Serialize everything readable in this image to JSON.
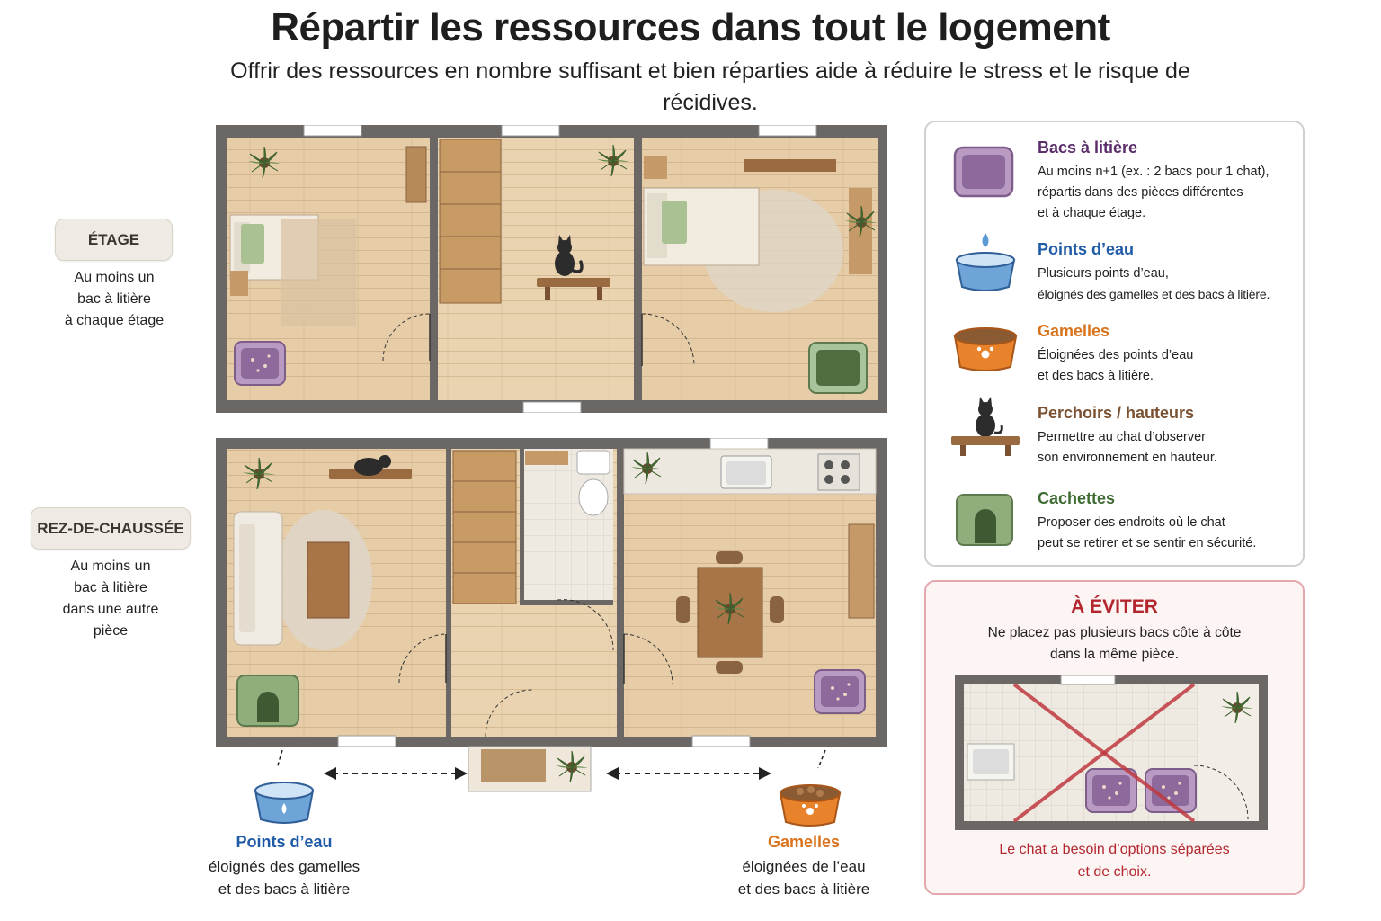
{
  "header": {
    "title": "Répartir les ressources dans tout le logement",
    "subtitle": "Offrir des ressources en nombre suffisant et bien réparties aide à réduire le stress et le risque de récidives."
  },
  "floors": {
    "upper": {
      "tag": "ÉTAGE",
      "note_lines": [
        "Au moins un",
        "bac à litière",
        "à chaque étage"
      ]
    },
    "ground": {
      "tag": "REZ-DE-CHAUSSÉE",
      "note_lines": [
        "Au moins un",
        "bac à litière",
        "dans une autre",
        "pièce"
      ]
    }
  },
  "legend": {
    "items": [
      {
        "key": "litter",
        "title": "Bacs à litière",
        "color": "#5b2d6b",
        "lines": [
          "Au moins n+1 (ex. : 2 bacs pour 1 chat),",
          "répartis dans des pièces différentes",
          "et à chaque étage."
        ]
      },
      {
        "key": "water",
        "title": "Points d’eau",
        "color": "#1f5aa6",
        "lines": [
          "Plusieurs points d’eau,",
          "éloignés des gamelles et des bacs à litière."
        ]
      },
      {
        "key": "food",
        "title": "Gamelles",
        "color": "#d9731c",
        "lines": [
          "Éloignées des points d’eau",
          "et des bacs à litière."
        ]
      },
      {
        "key": "perch",
        "title": "Perchoirs / hauteurs",
        "color": "#7a5233",
        "lines": [
          "Permettre au chat d’observer",
          "son environnement en hauteur."
        ]
      },
      {
        "key": "hide",
        "title": "Cachettes",
        "color": "#3f6b34",
        "lines": [
          "Proposer des endroits où le chat",
          "peut se retirer et se sentir en sécurité."
        ]
      }
    ]
  },
  "avoid": {
    "title": "À ÉVITER",
    "lines": [
      "Ne placez pas plusieurs bacs côte à côte",
      "dans la même pièce."
    ],
    "bottom_lines": [
      "Le chat a besoin d’options séparées",
      "et de choix."
    ]
  },
  "callouts": {
    "water": {
      "title": "Points d’eau",
      "lines": [
        "éloignés des gamelles",
        "et des bacs à litière"
      ],
      "color": "#1f5aa6"
    },
    "food": {
      "title": "Gamelles",
      "lines": [
        "éloignées de l’eau",
        "et des bacs à litière"
      ],
      "color": "#d9731c"
    }
  },
  "colors": {
    "floor_wood": "#e3c9a4",
    "wall": "#6b6764",
    "litter_purple": "#9c7aa8",
    "hide_green": "#7f9e6c",
    "avoid_red": "#b3262e"
  },
  "icons": [
    "plant-icon",
    "cat-icon",
    "litter-box-icon",
    "water-bowl-icon",
    "food-bowl-icon",
    "perch-icon",
    "cat-house-icon",
    "bed-icon",
    "sofa-icon",
    "table-icon",
    "sink-icon",
    "toilet-icon",
    "stove-icon",
    "stairs-icon",
    "door-icon",
    "window-icon"
  ]
}
